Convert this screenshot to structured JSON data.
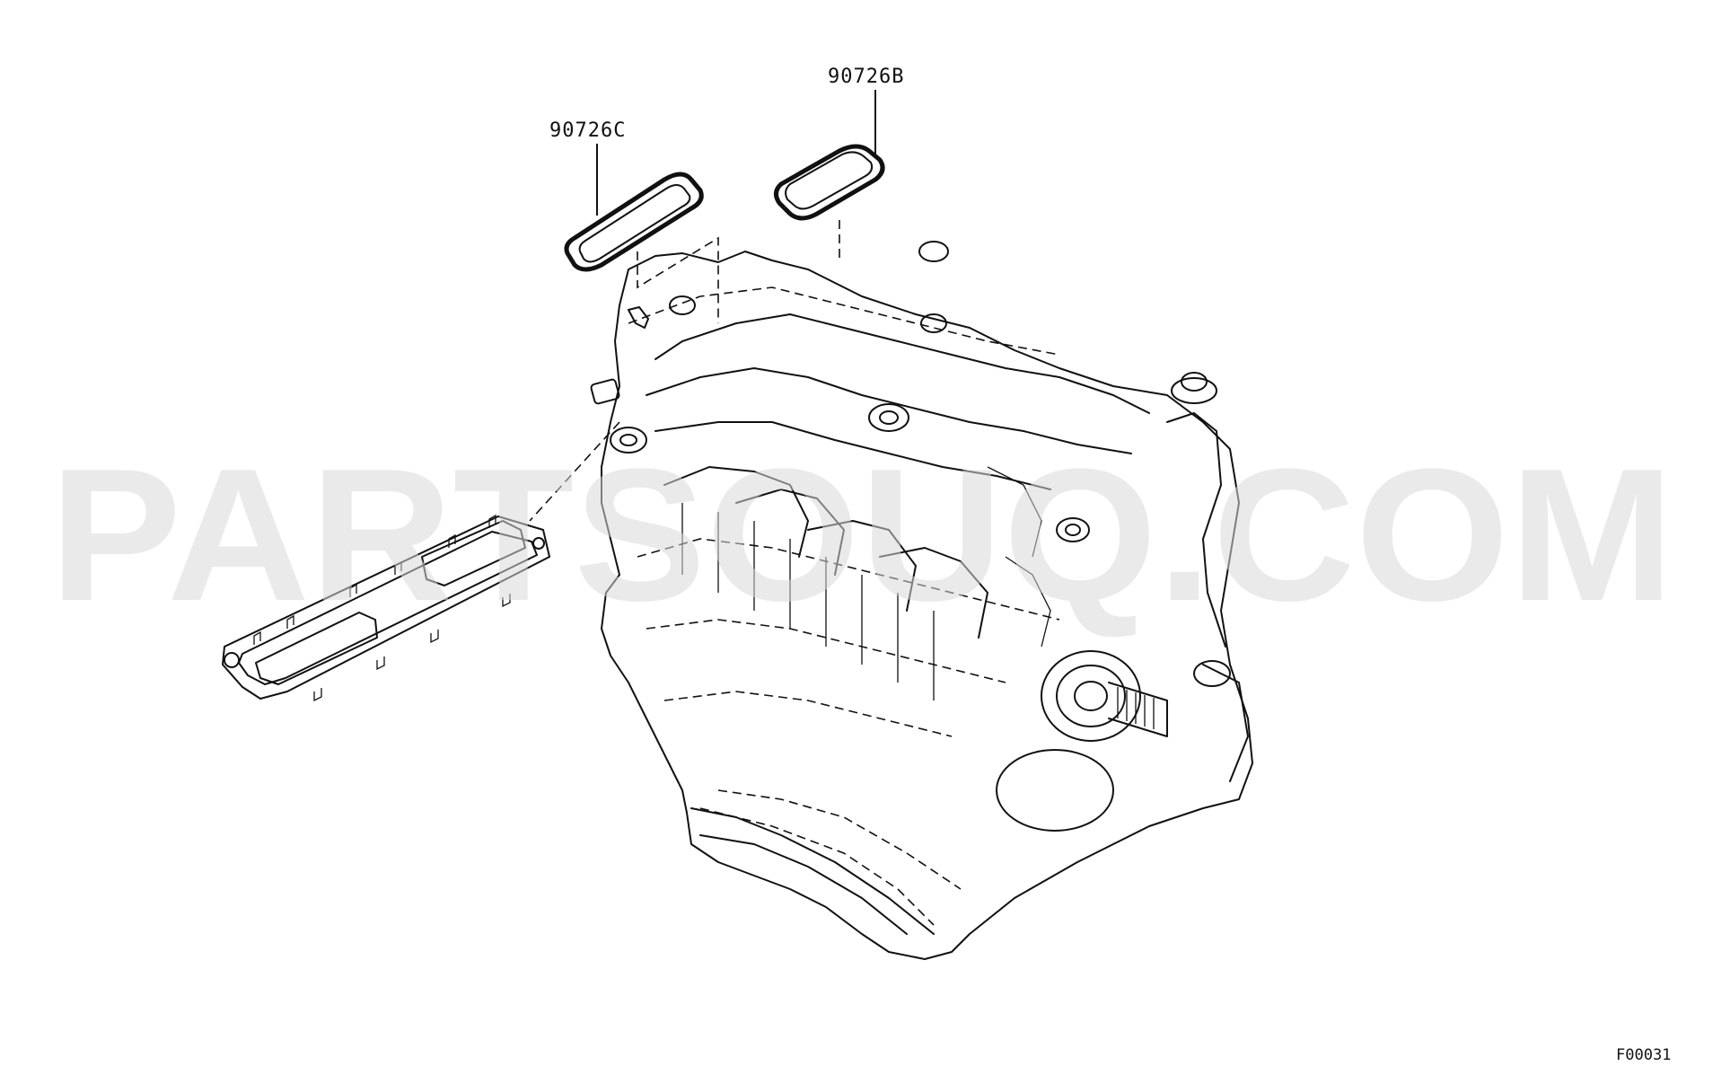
{
  "watermark": "PARTSOUQ.COM",
  "callouts": {
    "gasket_c": "90726C",
    "gasket_b": "90726B"
  },
  "figure_id": "F00031"
}
